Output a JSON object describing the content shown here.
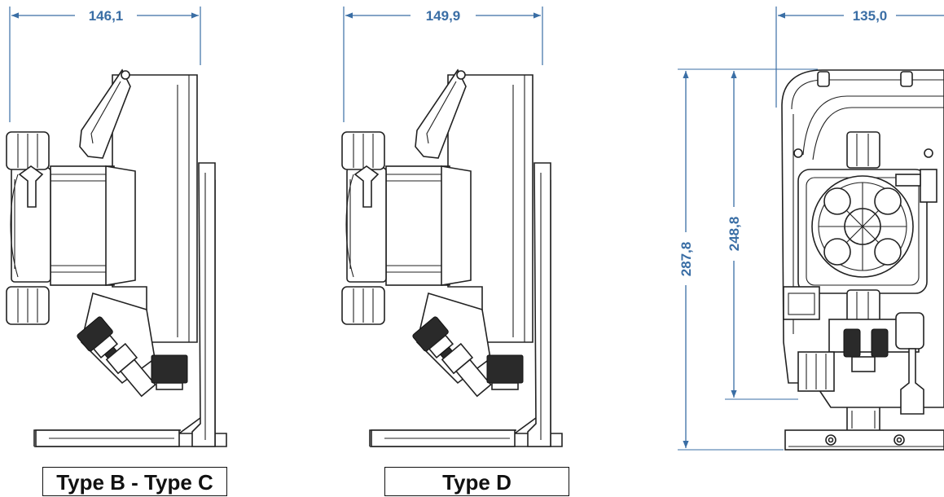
{
  "colors": {
    "dimension": "#3a6ea5",
    "outline": "#222222",
    "fill": "#ffffff"
  },
  "dimensions": {
    "width_type_bc": "146,1",
    "width_type_d": "149,9",
    "width_front": "135,0",
    "height_total": "287,8",
    "height_body": "248,8"
  },
  "labels": {
    "type_bc": "Type B - Type C",
    "type_d": "Type D"
  }
}
